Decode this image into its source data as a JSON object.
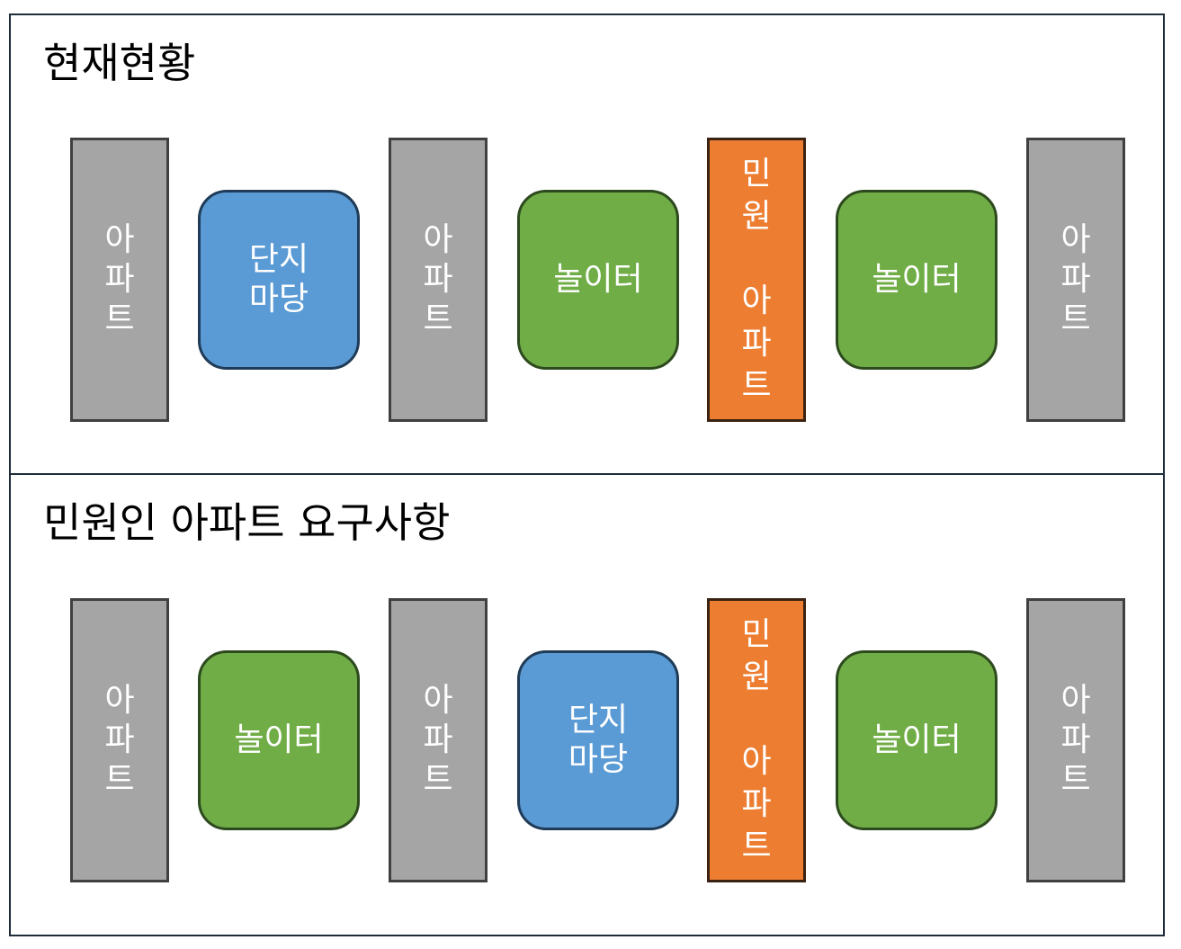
{
  "colors": {
    "apartment": "#a5a5a5",
    "complaint_apartment": "#ed7d31",
    "complex_yard": "#5b9bd5",
    "playground": "#70ad47"
  },
  "sections": [
    {
      "title": "현재현황",
      "blocks": [
        {
          "type": "apartment",
          "label": "아\n파\n트"
        },
        {
          "type": "complex_yard",
          "label": "단지\n마당"
        },
        {
          "type": "apartment",
          "label": "아\n파\n트"
        },
        {
          "type": "playground",
          "label": "놀이터"
        },
        {
          "type": "complaint_apartment",
          "label": "민\n원\n\n아\n파\n트"
        },
        {
          "type": "playground",
          "label": "놀이터"
        },
        {
          "type": "apartment",
          "label": "아\n파\n트"
        }
      ]
    },
    {
      "title": "민원인 아파트 요구사항",
      "blocks": [
        {
          "type": "apartment",
          "label": "아\n파\n트"
        },
        {
          "type": "playground",
          "label": "놀이터"
        },
        {
          "type": "apartment",
          "label": "아\n파\n트"
        },
        {
          "type": "complex_yard",
          "label": "단지\n마당"
        },
        {
          "type": "complaint_apartment",
          "label": "민\n원\n\n아\n파\n트"
        },
        {
          "type": "playground",
          "label": "놀이터"
        },
        {
          "type": "apartment",
          "label": "아\n파\n트"
        }
      ]
    }
  ]
}
